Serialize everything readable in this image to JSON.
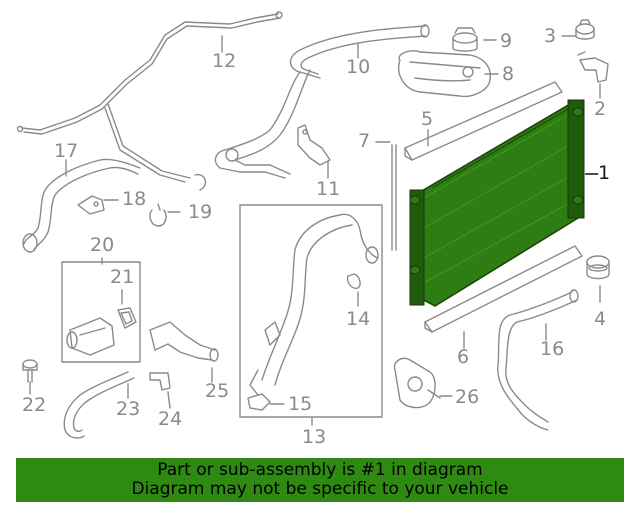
{
  "callouts": {
    "c1": "1",
    "c2": "2",
    "c3": "3",
    "c4": "4",
    "c5": "5",
    "c6": "6",
    "c7": "7",
    "c8": "8",
    "c9": "9",
    "c10": "10",
    "c11": "11",
    "c12": "12",
    "c13": "13",
    "c14": "14",
    "c15": "15",
    "c16": "16",
    "c17": "17",
    "c18": "18",
    "c19": "19",
    "c20": "20",
    "c21": "21",
    "c22": "22",
    "c23": "23",
    "c24": "24",
    "c25": "25",
    "c26": "26"
  },
  "banner": {
    "line1": "Part or sub-assembly is #1 in diagram",
    "line2": "Diagram may not be specific to your vehicle",
    "color": "#2f8a12"
  },
  "colors": {
    "highlight_part": "#2e7d12",
    "line_art": "#8a8a8a"
  }
}
